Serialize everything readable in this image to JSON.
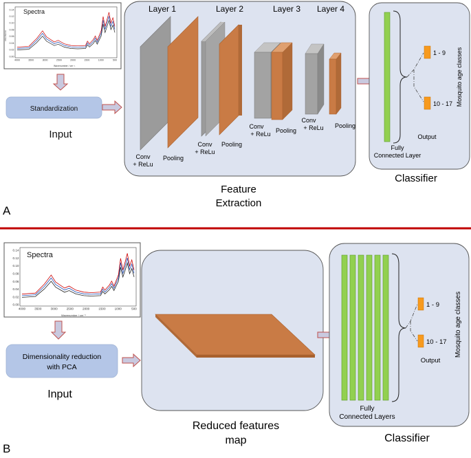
{
  "panel_a": {
    "letter": "A",
    "spectra": {
      "title": "Spectra",
      "ylabel": "Absorbance",
      "xlabel": "Wavenumber / cm⁻¹",
      "yticks": [
        "0.14",
        "0.12",
        "0.10",
        "0.08",
        "0.06",
        "0.04",
        "0.02",
        "0.00"
      ],
      "xticks": [
        "4000",
        "3500",
        "3000",
        "2500",
        "2000",
        "1500",
        "1000",
        "500"
      ]
    },
    "preprocess_label": "Standardization",
    "input_label": "Input",
    "layers": [
      {
        "header": "Layer 1",
        "conv": [
          "Conv",
          "+ ReLu"
        ],
        "pool": "Pooling"
      },
      {
        "header": "Layer 2",
        "conv": [
          "Conv",
          "+ ReLu"
        ],
        "pool": "Pooling"
      },
      {
        "header": "Layer 3",
        "conv": [
          "Conv",
          "+ ReLu"
        ],
        "pool": "Pooling"
      },
      {
        "header": "Layer 4",
        "conv": [
          "Conv",
          "+ ReLu"
        ],
        "pool": "Pooling"
      }
    ],
    "feature_label": [
      "Feature",
      "Extraction"
    ],
    "classifier": {
      "fc_label": [
        "Fully",
        "Connected Layer"
      ],
      "output_label": "Output",
      "classes": [
        "1 - 9",
        "10 - 17"
      ],
      "side_label": "Mosquito age classes",
      "title": "Classifier"
    }
  },
  "panel_b": {
    "letter": "B",
    "spectra": {
      "title": "Spectra",
      "yticks": [
        "0.14",
        "0.12",
        "0.10",
        "0.08",
        "0.06",
        "0.04",
        "0.02",
        "0.00"
      ],
      "xticks": [
        "4000",
        "3500",
        "3000",
        "2500",
        "2000",
        "1500",
        "1000",
        "500"
      ],
      "xlabel": "Wavenumber / cm⁻¹"
    },
    "preprocess_label": [
      "Dimensionality reduction",
      "with PCA"
    ],
    "input_label": "Input",
    "feature_label": [
      "Reduced features",
      "map"
    ],
    "classifier": {
      "fc_label": [
        "Fully",
        "Connected Layers"
      ],
      "output_label": "Output",
      "classes": [
        "1 - 9",
        "10 - 17"
      ],
      "side_label": "Mosquito age classes",
      "title": "Classifier"
    }
  },
  "colors": {
    "panel_fill": "#dde3f0",
    "box_fill": "#b4c6e7",
    "conv_gray": "#9b9b9b",
    "pool_orange": "#c97b45",
    "fc_green": "#92d050",
    "output_orange": "#f79a1e",
    "divider_red": "#c00000",
    "arrow_fill": "#c9c9df",
    "arrow_stroke": "#c0504d",
    "spec_red": "#cc0000",
    "spec_blue": "#1f4eb4",
    "spec_black": "#222222"
  }
}
